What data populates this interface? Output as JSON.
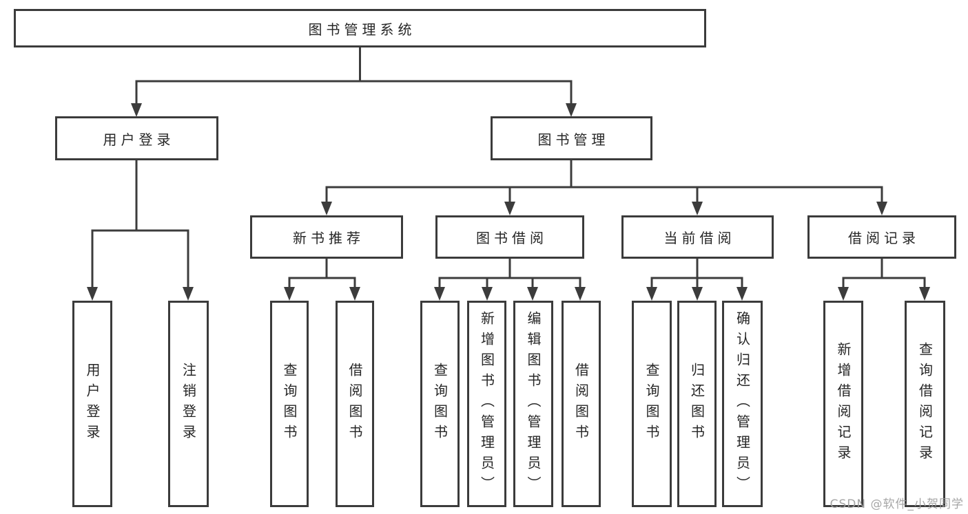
{
  "colors": {
    "background": "#ffffff",
    "line": "#3c3c3c",
    "box_border": "#3b3b3b",
    "text": "#262626",
    "watermark": "#9e9e9e"
  },
  "watermark": {
    "text": "CSDN @软件_小贺同学"
  },
  "nodes": {
    "root": {
      "label": "图书管理系统"
    },
    "level2": [
      {
        "id": "user-login",
        "label": "用户登录"
      },
      {
        "id": "book-management",
        "label": "图书管理"
      }
    ],
    "level3": [
      {
        "id": "new-book-recommend",
        "label": "新书推荐"
      },
      {
        "id": "book-borrowing",
        "label": "图书借阅"
      },
      {
        "id": "current-borrowing",
        "label": "当前借阅"
      },
      {
        "id": "borrowing-records",
        "label": "借阅记录"
      }
    ],
    "leaves": [
      {
        "id": "user-login",
        "label": "用户登录"
      },
      {
        "id": "logout",
        "label": "注销登录"
      },
      {
        "id": "query-books-recommend",
        "label": "查询图书"
      },
      {
        "id": "borrow-books-recommend",
        "label": "借阅图书"
      },
      {
        "id": "query-books-borrowing",
        "label": "查询图书"
      },
      {
        "id": "add-books-admin",
        "label": "新增图书（管理员）"
      },
      {
        "id": "edit-books-admin",
        "label": "编辑图书（管理员）"
      },
      {
        "id": "borrow-books-borrowing",
        "label": "借阅图书"
      },
      {
        "id": "query-books-current",
        "label": "查询图书"
      },
      {
        "id": "return-books",
        "label": "归还图书"
      },
      {
        "id": "confirm-return-admin",
        "label": "确认归还（管理员）"
      },
      {
        "id": "add-borrow-record",
        "label": "新增借阅记录"
      },
      {
        "id": "query-borrow-record",
        "label": "查询借阅记录"
      }
    ]
  }
}
